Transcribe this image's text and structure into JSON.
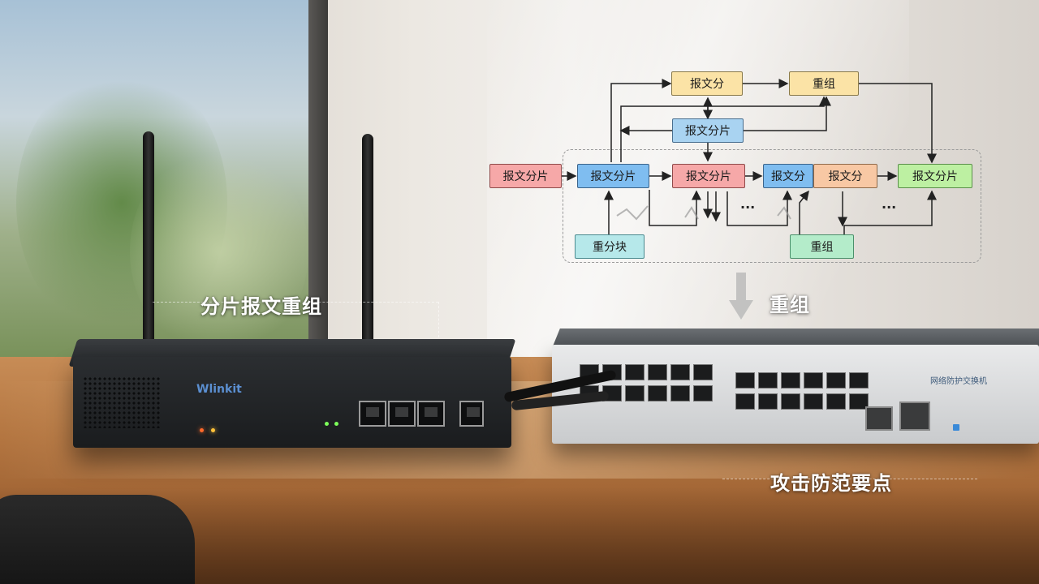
{
  "captions": {
    "left": "分片报文重组",
    "middle": "重组",
    "bottom": "攻击防范要点"
  },
  "router": {
    "brand": "Wlinkit"
  },
  "switch": {
    "brand": "网络防护交换机"
  },
  "diagram": {
    "nodes": {
      "top_left": "报文分",
      "top_right": "重组",
      "mid_top": "报文分片",
      "row_1": "报文分片",
      "row_2": "报文分片",
      "row_3": "报文分片",
      "row_4a": "报文分",
      "row_4b": "报文分",
      "row_5": "报文分片",
      "bottom_left": "重分块",
      "bottom_right": "重组"
    },
    "ellipsis_a": "···",
    "ellipsis_b": "···",
    "colors": {
      "yellow": "#fbe3a6",
      "blue": "#a9d3f1",
      "red": "#f6a8a8",
      "orange": "#f8c8a4",
      "green": "#bdf0a2",
      "cyan": "#b6e8ea"
    }
  }
}
